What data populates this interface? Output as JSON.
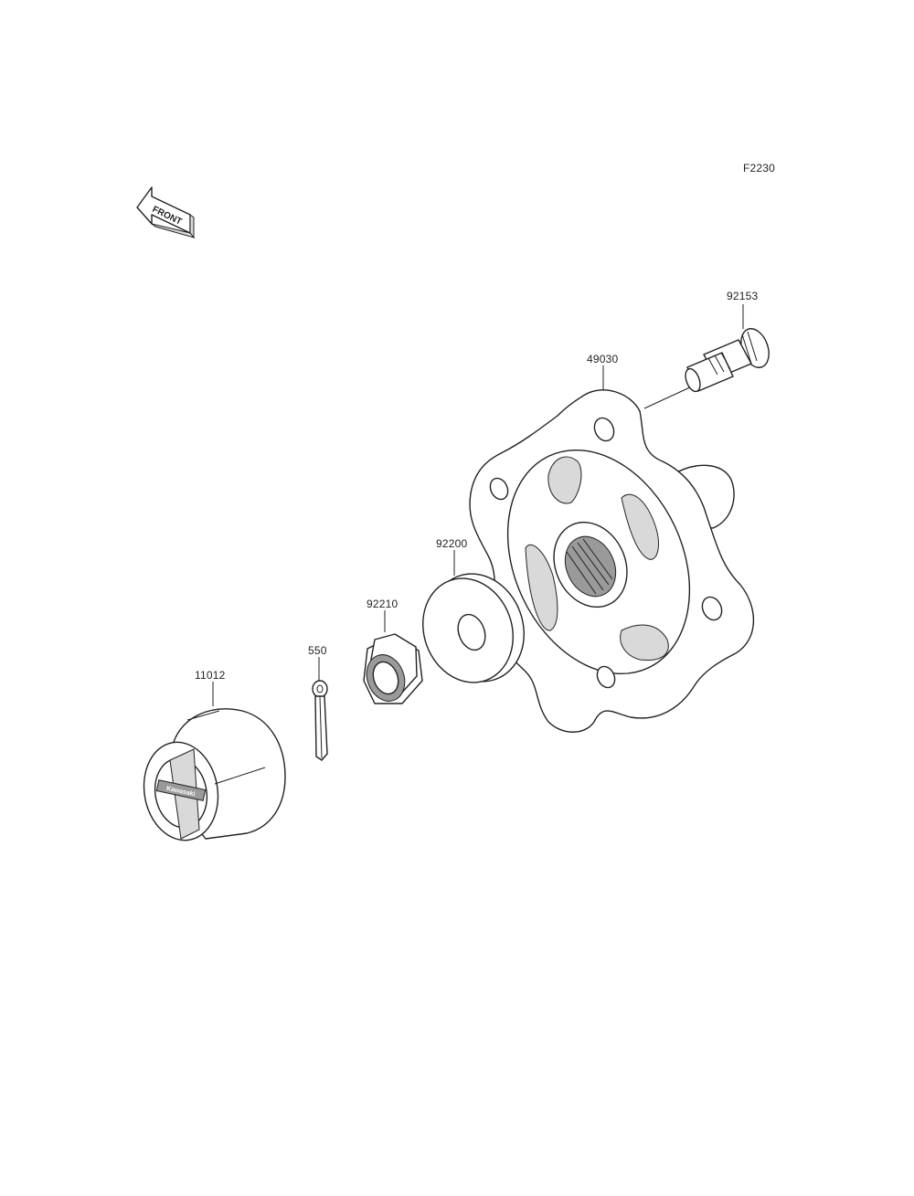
{
  "figure_code": "F2230",
  "front_indicator": {
    "text": "FRONT",
    "icon": "front-arrow-icon"
  },
  "parts": [
    {
      "id": "92153",
      "label": "92153"
    },
    {
      "id": "49030",
      "label": "49030"
    },
    {
      "id": "92200",
      "label": "92200"
    },
    {
      "id": "92210",
      "label": "92210"
    },
    {
      "id": "550",
      "label": "550"
    },
    {
      "id": "11012",
      "label": "11012"
    }
  ],
  "cap_logo_text": "Kawasaki",
  "colors": {
    "line": "#222222",
    "background": "#ffffff",
    "shade": "#d9d9d9"
  }
}
